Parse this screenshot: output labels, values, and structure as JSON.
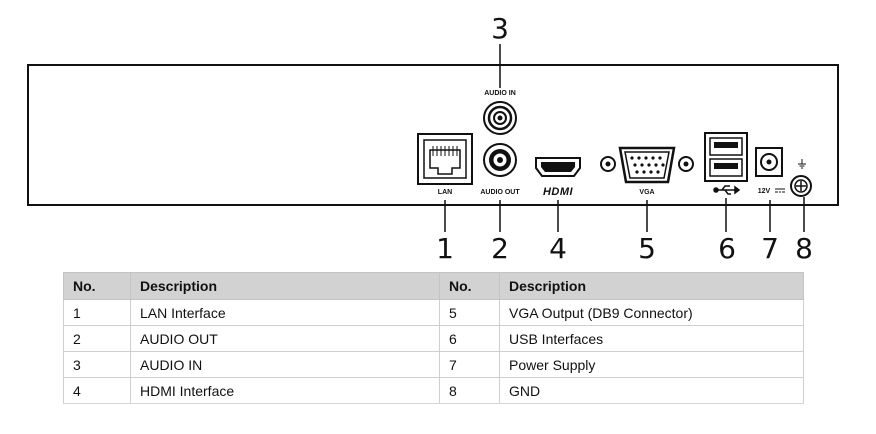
{
  "callouts": [
    "1",
    "2",
    "3",
    "4",
    "5",
    "6",
    "7",
    "8"
  ],
  "port_labels": {
    "audio_in": "AUDIO IN",
    "lan": "LAN",
    "audio_out": "AUDIO OUT",
    "hdmi": "HDMI",
    "vga": "VGA",
    "power": "12V"
  },
  "table": {
    "headers": [
      "No.",
      "Description",
      "No.",
      "Description"
    ],
    "rows": [
      [
        "1",
        "LAN Interface",
        "5",
        "VGA Output (DB9 Connector)"
      ],
      [
        "2",
        "AUDIO OUT",
        "6",
        "USB Interfaces"
      ],
      [
        "3",
        "AUDIO IN",
        "7",
        "Power Supply"
      ],
      [
        "4",
        "HDMI Interface",
        "8",
        "GND"
      ]
    ]
  }
}
